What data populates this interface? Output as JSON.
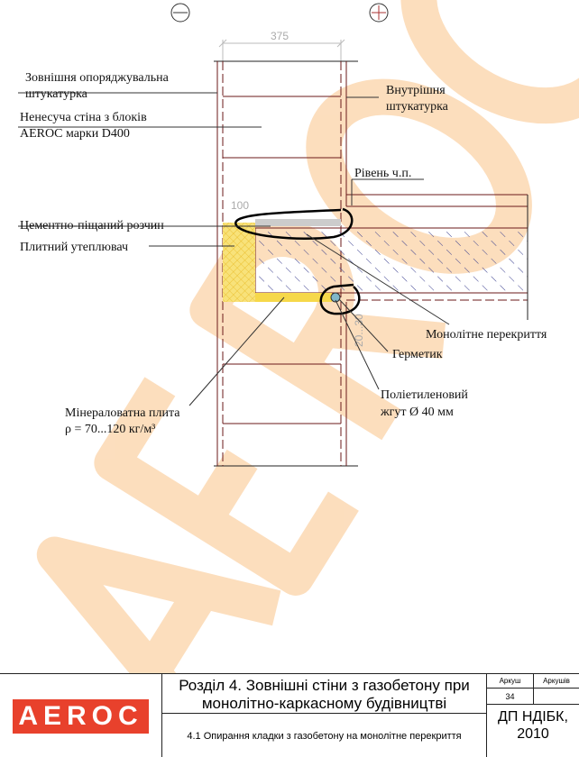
{
  "watermark": "AEROC",
  "markers": {
    "minus": "minus-circle",
    "plus": "plus-circle"
  },
  "dims": {
    "wall": "375",
    "insulation": "100",
    "gap": "20...30"
  },
  "labels": {
    "ext_plaster_1": "Зовнішня опоряджувальна",
    "ext_plaster_2": "штукатурка",
    "wall_1": "Ненесуча стіна з блоків",
    "wall_2": "AEROC марки D400",
    "int_plaster_1": "Внутрішня",
    "int_plaster_2": "штукатурка",
    "floor_level": "Рівень ч.п.",
    "mortar": "Цементно-піщаний розчин",
    "insulation": "Плитний утеплювач",
    "slab": "Монолітне перекриття",
    "sealant": "Герметик",
    "cord_1": "Поліетиленовий",
    "cord_2": "жгут Ø 40 мм",
    "wool_1": "Мінераловатна плита",
    "wool_2": "ρ = 70...120 кг/м³"
  },
  "title_block": {
    "logo": "AEROC",
    "section_1": "Розділ 4. Зовнішні стіни з газобетону при",
    "section_2": "монолітно-каркасному будівництві",
    "subtitle": "4.1 Опирання кладки з газобетону на монолітне перекриття",
    "sheet_label": "Аркуш",
    "sheets_label": "Аркушів",
    "sheet_no": "34",
    "sheets_no": "",
    "org": "ДП НДІБК,",
    "year": "2010"
  },
  "colors": {
    "brand": "#e8412c",
    "insulation": "#f6d84a",
    "hatch": "#3a3f8f",
    "line": "#6b1a1a"
  }
}
